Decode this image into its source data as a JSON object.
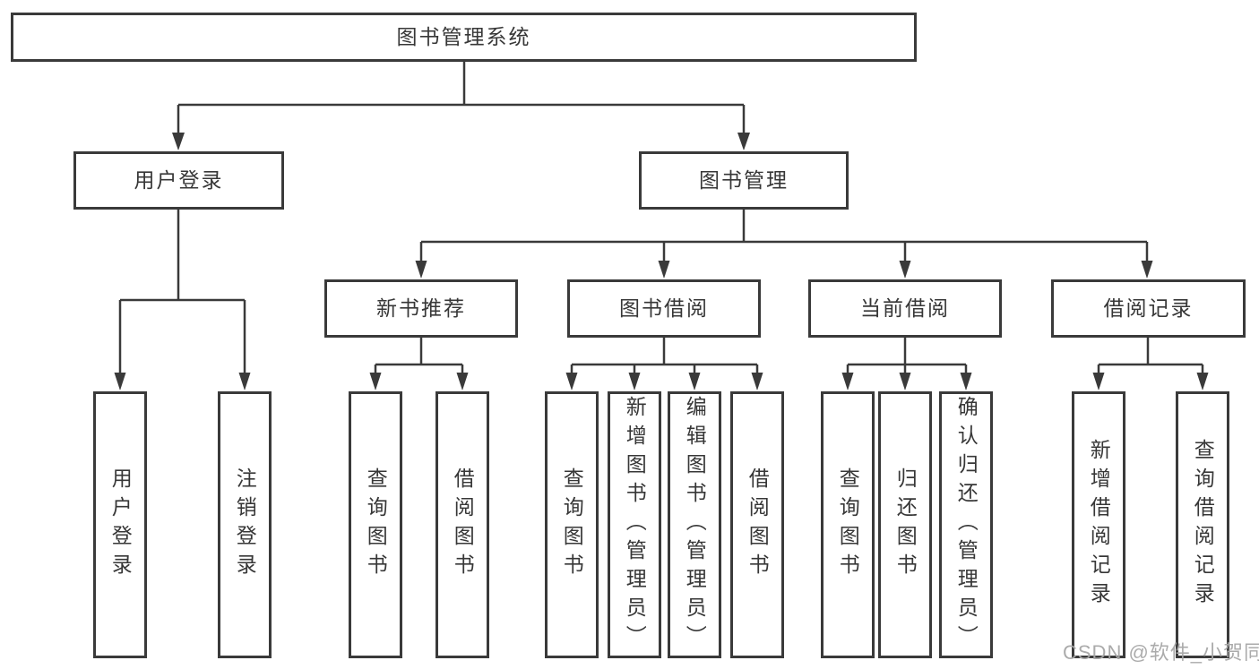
{
  "tree": {
    "label": "图书管理系统",
    "children": [
      {
        "label": "用户登录",
        "children": [
          {
            "label": "用户登录"
          },
          {
            "label": "注销登录"
          }
        ]
      },
      {
        "label": "图书管理",
        "children": [
          {
            "label": "新书推荐",
            "children": [
              {
                "label": "查询图书"
              },
              {
                "label": "借阅图书"
              }
            ]
          },
          {
            "label": "图书借阅",
            "children": [
              {
                "label": "查询图书"
              },
              {
                "label": "新增图书（管理员）"
              },
              {
                "label": "编辑图书（管理员）"
              },
              {
                "label": "借阅图书"
              }
            ]
          },
          {
            "label": "当前借阅",
            "children": [
              {
                "label": "查询图书"
              },
              {
                "label": "归还图书"
              },
              {
                "label": "确认归还（管理员）"
              }
            ]
          },
          {
            "label": "借阅记录",
            "children": [
              {
                "label": "新增借阅记录"
              },
              {
                "label": "查询借阅记录"
              }
            ]
          }
        ]
      }
    ]
  },
  "watermark": {
    "text": "CSDN @软件_小贺同学"
  },
  "colors": {
    "line": "#3a3a3a",
    "border": "#3a3a3a",
    "text": "#373737",
    "background": "#ffffff",
    "watermark": "#a6a6a6"
  }
}
